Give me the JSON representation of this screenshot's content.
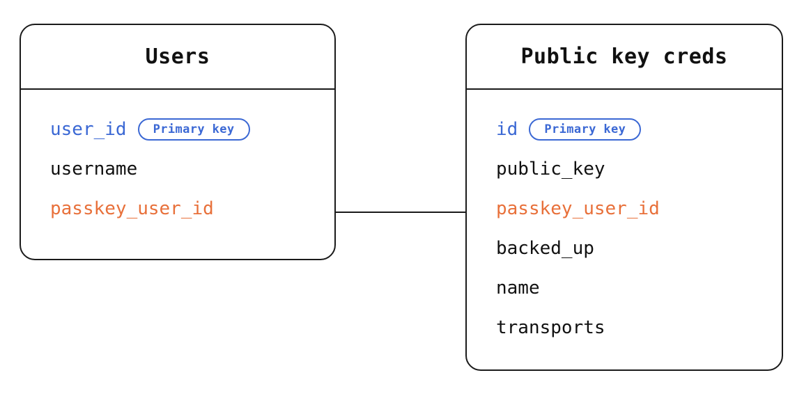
{
  "diagram": {
    "type": "entity-relationship-diagram",
    "background_color": "#ffffff",
    "colors": {
      "border": "#1a1a1a",
      "text": "#111111",
      "primary_key": "#3b68d4",
      "foreign_key": "#e8703a"
    },
    "badge_label": "Primary key",
    "entities": [
      {
        "id": "users",
        "title": "Users",
        "fields": [
          {
            "name": "user_id",
            "role": "primary-key",
            "badge": "Primary key"
          },
          {
            "name": "username",
            "role": "plain",
            "badge": null
          },
          {
            "name": "passkey_user_id",
            "role": "foreign-key",
            "badge": null
          }
        ]
      },
      {
        "id": "public-key-creds",
        "title": "Public key creds",
        "fields": [
          {
            "name": "id",
            "role": "primary-key",
            "badge": "Primary key"
          },
          {
            "name": "public_key",
            "role": "plain",
            "badge": null
          },
          {
            "name": "passkey_user_id",
            "role": "foreign-key",
            "badge": null
          },
          {
            "name": "backed_up",
            "role": "plain",
            "badge": null
          },
          {
            "name": "name",
            "role": "plain",
            "badge": null
          },
          {
            "name": "transports",
            "role": "plain",
            "badge": null
          }
        ]
      }
    ],
    "relationships": [
      {
        "from_entity": "users",
        "from_field": "passkey_user_id",
        "to_entity": "public-key-creds",
        "to_field": "passkey_user_id",
        "style": "solid-line"
      }
    ]
  }
}
